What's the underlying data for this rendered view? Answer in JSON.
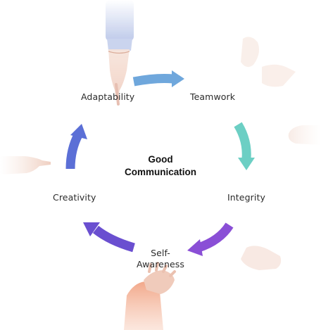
{
  "center": {
    "line1": "Good",
    "line2": "Communication"
  },
  "nodes": [
    {
      "id": "adaptability",
      "label": "Adaptability"
    },
    {
      "id": "teamwork",
      "label": "Teamwork"
    },
    {
      "id": "integrity",
      "label": "Integrity"
    },
    {
      "id": "self-awareness",
      "label_line1": "Self-",
      "label_line2": "Awareness"
    },
    {
      "id": "creativity",
      "label": "Creativity"
    }
  ],
  "colors": {
    "arrow_adaptability_to_teamwork": "#6fa7dc",
    "arrow_teamwork_to_integrity": "#6ccfc4",
    "arrow_integrity_to_self_awareness": "#8a4fd6",
    "arrow_self_awareness_to_creativity": "#6a4fd0",
    "arrow_creativity_to_adaptability": "#5b6fd6",
    "text": "#2b2b2b",
    "title": "#111111",
    "skin": "#f3d6c8",
    "sleeve_blue": "#bcc8ea",
    "sleeve_coral": "#f0a486"
  }
}
